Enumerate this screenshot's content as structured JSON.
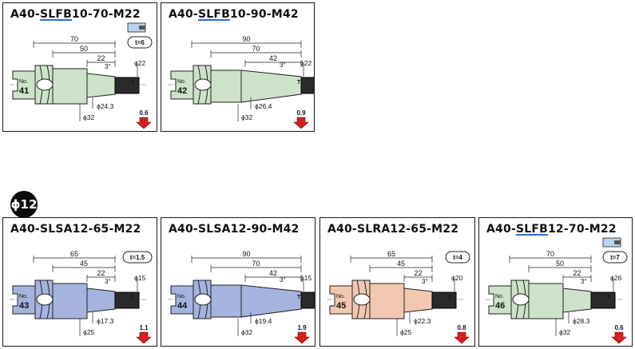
{
  "section_badge": "ϕ12",
  "colors": {
    "green": "#cde3c9",
    "blue": "#a4b4de",
    "peach": "#f2c8b2",
    "arrow": "#d42020",
    "underline": "#2b6fd6"
  },
  "cards": [
    {
      "id": "card-1",
      "code_prefix": "A40-",
      "code_series": "SLFB",
      "code_suffix": "10-70-M22",
      "underline": true,
      "no_label": "No.",
      "no": "41",
      "color": "green",
      "dims": [
        "70",
        "50",
        "22"
      ],
      "angle": "3°",
      "dia_top": "ϕ22",
      "dia_a": "ϕ24.3",
      "dia_b": "ϕ32",
      "t_label": "t=6",
      "tool_icon": true,
      "weight": "0.6"
    },
    {
      "id": "card-2",
      "code_prefix": "A40-",
      "code_series": "SLFB",
      "code_suffix": "10-90-M42",
      "underline": true,
      "no_label": "No.",
      "no": "42",
      "color": "green",
      "dims": [
        "90",
        "70",
        "42"
      ],
      "angle": "3°",
      "dia_top": "ϕ22",
      "dia_a": "ϕ26.4",
      "dia_b": "ϕ32",
      "t_label": "",
      "tool_icon": false,
      "weight": "0.9"
    },
    {
      "id": "card-3",
      "code_prefix": "A40-",
      "code_series": "SLSA",
      "code_suffix": "12-65-M22",
      "underline": false,
      "no_label": "No.",
      "no": "43",
      "color": "blue",
      "dims": [
        "65",
        "45",
        "22"
      ],
      "angle": "3°",
      "dia_top": "ϕ15",
      "dia_a": "ϕ17.3",
      "dia_b": "ϕ25",
      "t_label": "t=1.5",
      "tool_icon": false,
      "weight": "1.1"
    },
    {
      "id": "card-4",
      "code_prefix": "A40-",
      "code_series": "SLSA",
      "code_suffix": "12-90-M42",
      "underline": false,
      "no_label": "No.",
      "no": "44",
      "color": "blue",
      "dims": [
        "90",
        "70",
        "42"
      ],
      "angle": "3°",
      "dia_top": "ϕ15",
      "dia_a": "ϕ19.4",
      "dia_b": "ϕ32",
      "t_label": "",
      "tool_icon": false,
      "weight": "1.9"
    },
    {
      "id": "card-5",
      "code_prefix": "A40-",
      "code_series": "SLRA",
      "code_suffix": "12-65-M22",
      "underline": false,
      "no_label": "No.",
      "no": "45",
      "color": "peach",
      "dims": [
        "65",
        "45",
        "22"
      ],
      "angle": "3°",
      "dia_top": "ϕ20",
      "dia_a": "ϕ22.3",
      "dia_b": "ϕ25",
      "t_label": "t=4",
      "tool_icon": false,
      "weight": "0.8"
    },
    {
      "id": "card-6",
      "code_prefix": "A40-",
      "code_series": "SLFB",
      "code_suffix": "12-70-M22",
      "underline": true,
      "no_label": "No.",
      "no": "46",
      "color": "green",
      "dims": [
        "70",
        "50",
        "22"
      ],
      "angle": "3°",
      "dia_top": "ϕ26",
      "dia_a": "ϕ28.3",
      "dia_b": "ϕ32",
      "t_label": "t=7",
      "tool_icon": true,
      "weight": "0.6"
    }
  ]
}
